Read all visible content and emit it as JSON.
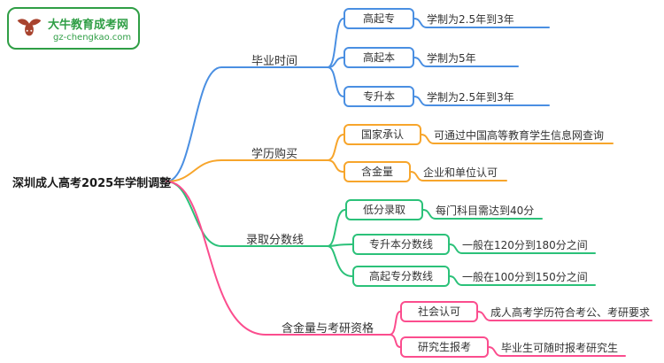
{
  "logo": {
    "title": "大牛教育成考网",
    "url": "gz-chengkao.com",
    "color": "#2f9e45",
    "icon": "bull-icon",
    "icon_color": "#a8432e"
  },
  "root": {
    "label": "深圳成人高考2025年学制调整"
  },
  "branches": [
    {
      "label": "毕业时间",
      "color": "#4a8fe2",
      "children": [
        {
          "label": "高起专",
          "value": "学制为2.5年到3年"
        },
        {
          "label": "高起本",
          "value": "学制为5年"
        },
        {
          "label": "专升本",
          "value": "学制为2.5年到3年"
        }
      ]
    },
    {
      "label": "学历购买",
      "color": "#f7a52b",
      "children": [
        {
          "label": "国家承认",
          "value": "可通过中国高等教育学生信息网查询"
        },
        {
          "label": "含金量",
          "value": "企业和单位认可"
        }
      ]
    },
    {
      "label": "录取分数线",
      "color": "#2bc179",
      "children": [
        {
          "label": "低分录取",
          "value": "每门科目需达到40分"
        },
        {
          "label": "专升本分数线",
          "value": "一般在120分到180分之间"
        },
        {
          "label": "高起专分数线",
          "value": "一般在100分到150分之间"
        }
      ]
    },
    {
      "label": "含金量与考研资格",
      "color": "#fb4d8e",
      "children": [
        {
          "label": "社会认可",
          "value": "成人高考学历符合考公、考研要求"
        },
        {
          "label": "研究生报考",
          "value": "毕业生可随时报考研究生"
        }
      ]
    }
  ]
}
